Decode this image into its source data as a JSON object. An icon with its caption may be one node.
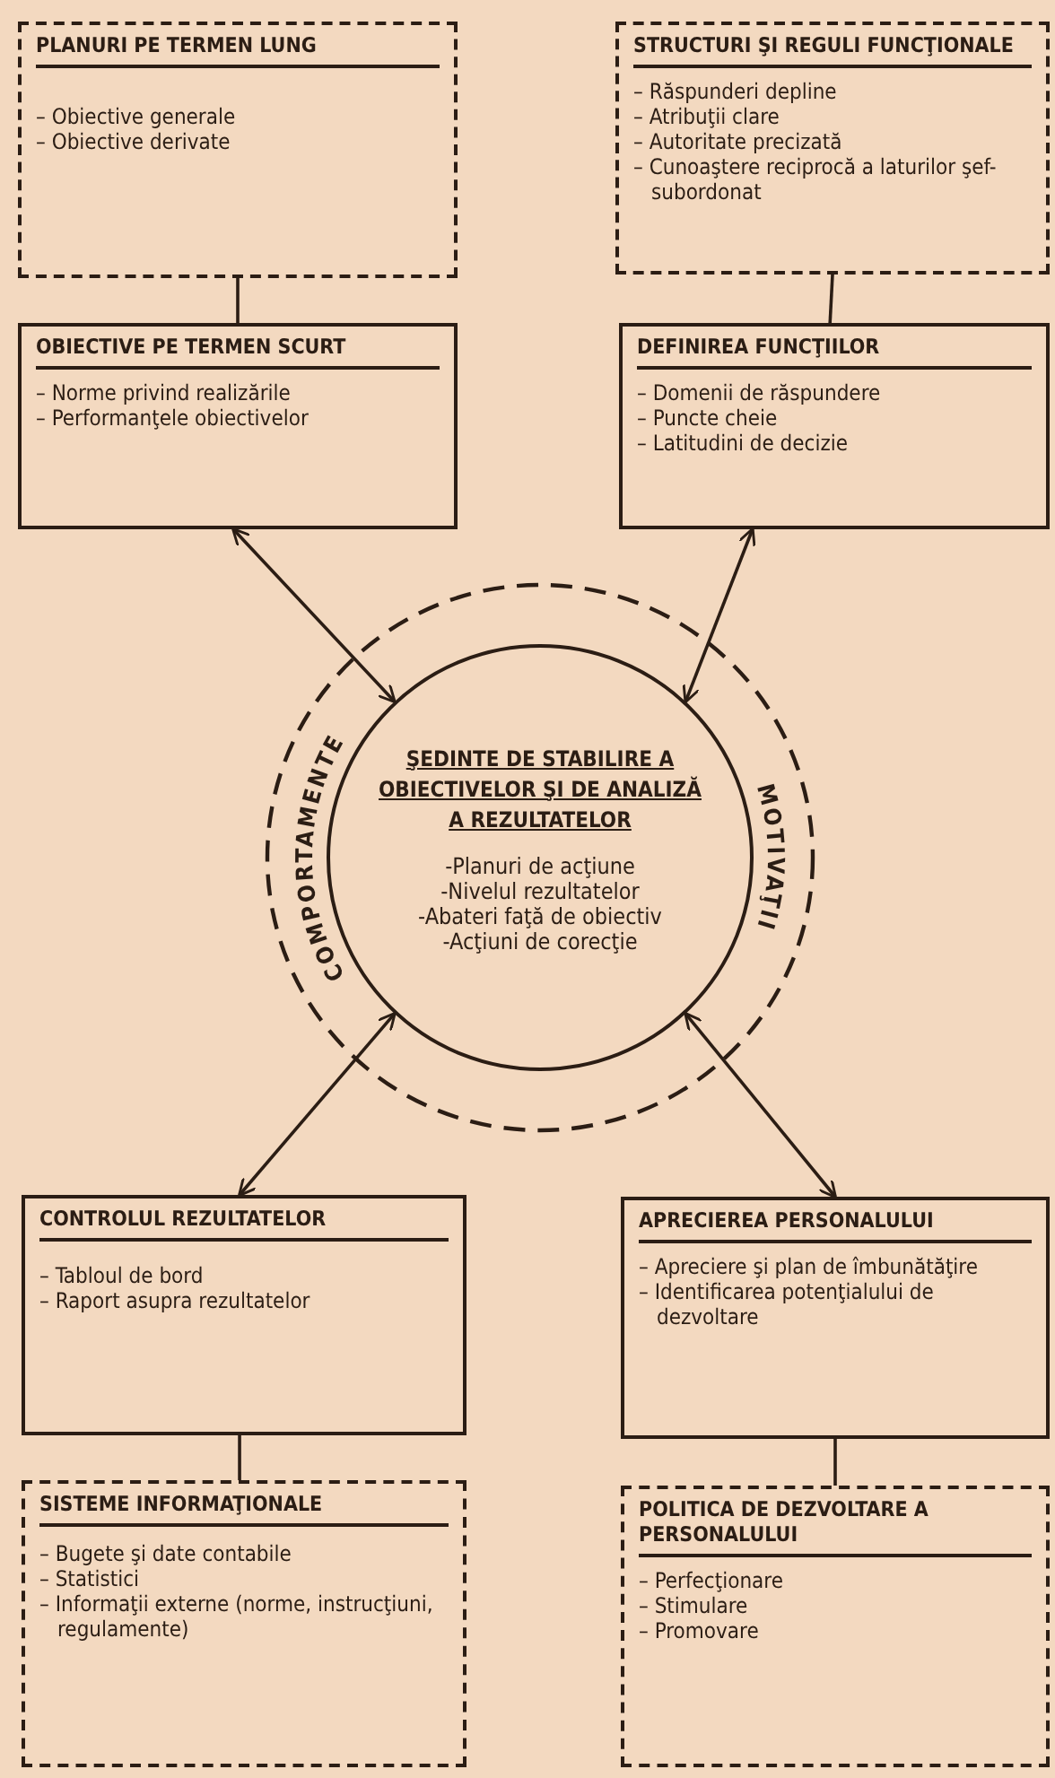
{
  "diagram": {
    "nodes": [
      {
        "text": [
          "PLANURI PE TERMEN LUNG",
          "– Obiective generale",
          "– Obiective derivate"
        ]
      },
      {
        "text": [
          "STRUCTURI ŞI REGULI FUNCŢIONALE",
          "– Răspunderi depline",
          "– Atribuţii clare",
          "– Autoritate precizată",
          "– Cunoaştere reciprocă a laturilor şef-subordonat"
        ]
      },
      {
        "text": [
          "OBIECTIVE PE TERMEN SCURT",
          "– Norme privind realizările",
          "– Performanţele obiectivelor"
        ]
      },
      {
        "text": [
          "DEFINIREA FUNCŢIILOR",
          "– Domenii de răspundere",
          "– Puncte cheie",
          "– Latitudini de decizie"
        ]
      },
      {
        "text": [
          "ŞEDINTE DE STABILIRE A OBIECTIVELOR ŞI DE ANALIZĂ A REZULTATELOR",
          "-Planuri de acţiune",
          "-Nivelul rezultatelor",
          "-Abateri faţă de obiectiv",
          "-Acţiuni de corecţie"
        ]
      },
      {
        "text": [
          "CONTROLUL REZULTATELOR",
          "– Tabloul de bord",
          "– Raport asupra rezultatelor"
        ]
      },
      {
        "text": [
          "APRECIEREA PERSONALULUI",
          "– Apreciere şi plan de îmbunătăţire",
          "– Identificarea potenţialului de dezvoltare"
        ]
      },
      {
        "text": [
          "SISTEME INFORMAŢIONALE",
          "– Bugete şi date contabile",
          "– Statistici",
          "– Informaţii externe (norme, instrucţiuni, regulamente)"
        ]
      },
      {
        "text": [
          "POLITICA DE DEZVOLTARE A PERSONALULUI",
          "– Perfecţionare",
          "– Stimulare",
          "– Promovare"
        ]
      }
    ],
    "edges": [
      {
        "from": 0,
        "to": 2,
        "arrow": "none"
      },
      {
        "from": 1,
        "to": 3,
        "arrow": "none"
      },
      {
        "from": 2,
        "to": 4,
        "arrow": "both"
      },
      {
        "from": 3,
        "to": 4,
        "arrow": "both"
      },
      {
        "from": 4,
        "to": 5,
        "arrow": "both"
      },
      {
        "from": 4,
        "to": 6,
        "arrow": "both"
      },
      {
        "from": 5,
        "to": 7,
        "arrow": "none"
      },
      {
        "from": 6,
        "to": 8,
        "arrow": "none"
      }
    ],
    "labels": [
      "COMPORTAMENTE",
      "MOTIVAŢII"
    ]
  }
}
